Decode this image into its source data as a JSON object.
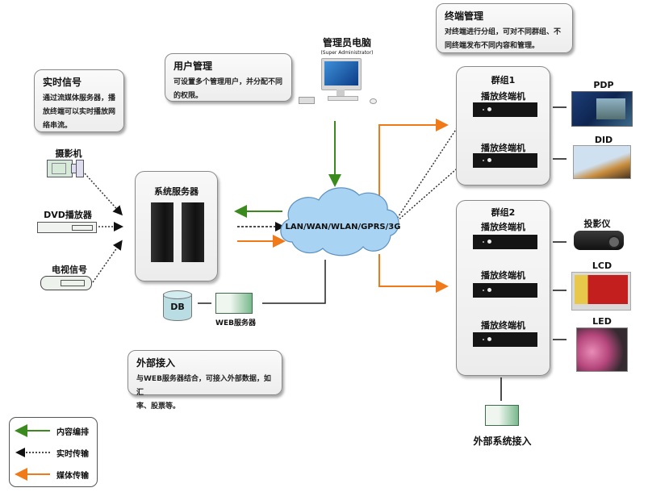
{
  "notes": {
    "realtime": {
      "title": "实时信号",
      "desc": [
        "通过流媒体服务器，播",
        "放终端可以实时播放网",
        "络串流。"
      ]
    },
    "user": {
      "title": "用户管理",
      "desc": [
        "可设置多个管理用户，并分配不同",
        "的权限。"
      ]
    },
    "terminal": {
      "title": "终端管理",
      "desc": [
        "对终端进行分组，可对不同群组、不",
        "同终端发布不同内容和管理。"
      ]
    },
    "external": {
      "title": "外部接入",
      "desc": [
        "与WEB服务器结合，可接入外部数据，如汇",
        "率、股票等。"
      ]
    }
  },
  "admin_pc": {
    "label": "管理员电脑",
    "sublabel": "(Super Administrator)"
  },
  "sources": [
    {
      "label": "摄影机",
      "icon": "video-camera-icon"
    },
    {
      "label": "DVD播放器",
      "icon": "dvd-player-icon"
    },
    {
      "label": "电视信号",
      "icon": "tv-signal-icon"
    }
  ],
  "system_server": {
    "label": "系统服务器"
  },
  "db": {
    "label": "DB"
  },
  "web_server": {
    "label": "WEB服务器"
  },
  "network": {
    "label": "LAN/WAN/WLAN/GPRS/3G"
  },
  "groups": [
    {
      "title": "群组1",
      "players": [
        "播放终端机",
        "播放终端机"
      ]
    },
    {
      "title": "群组2",
      "players": [
        "播放终端机",
        "播放终端机",
        "播放终端机"
      ]
    }
  ],
  "displays": [
    {
      "label": "PDP"
    },
    {
      "label": "DID"
    },
    {
      "label": "投影仪"
    },
    {
      "label": "LCD"
    },
    {
      "label": "LED"
    }
  ],
  "external_system": {
    "label": "外部系统接入"
  },
  "legend": [
    {
      "label": "内容编排",
      "color": "#3a8a1e",
      "style": "solid"
    },
    {
      "label": "实时传输",
      "color": "#111111",
      "style": "dotted"
    },
    {
      "label": "媒体传输",
      "color": "#f07a1a",
      "style": "solid"
    }
  ],
  "colors": {
    "green": "#3a8a1e",
    "orange": "#f07a1a",
    "cloud": "#a9d3f2"
  }
}
